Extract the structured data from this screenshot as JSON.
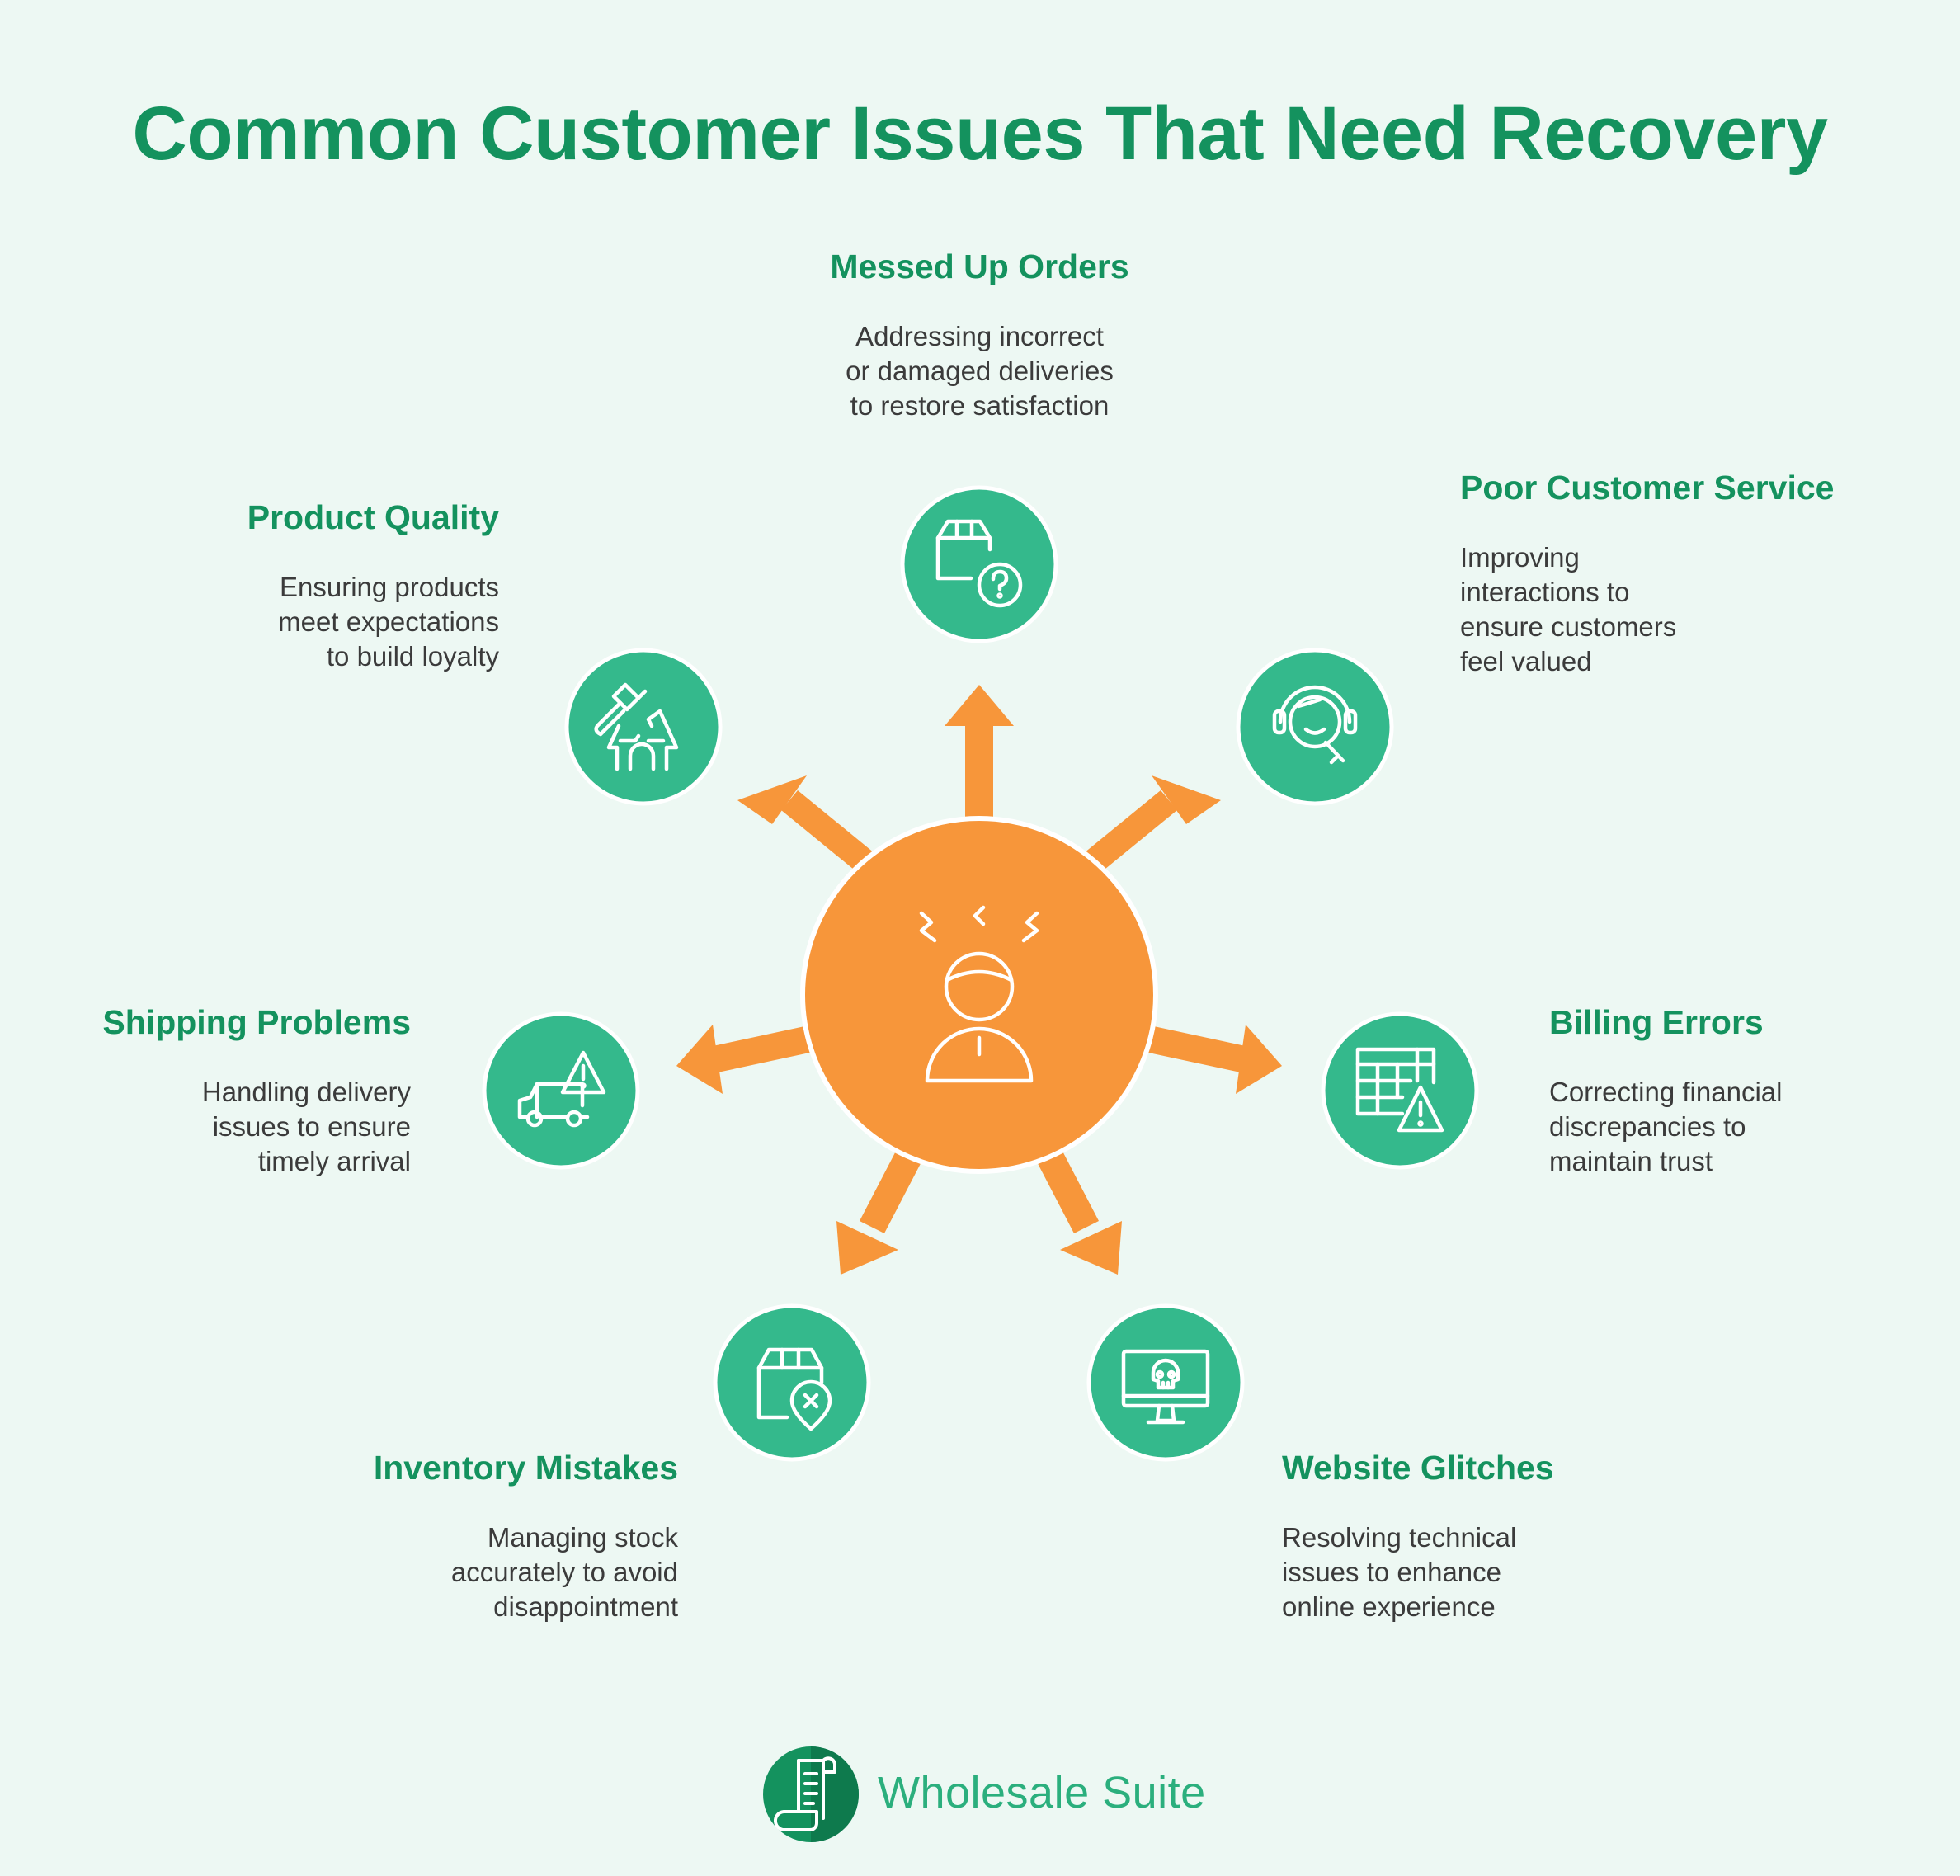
{
  "title": "Common Customer Issues That Need Recovery",
  "colors": {
    "background": "#EDF8F3",
    "heading": "#14925E",
    "node": "#34B98C",
    "center": "#F7963A",
    "text": "#3B3B3B"
  },
  "center_icon": "angry-customer-icon",
  "issues": [
    {
      "title": "Messed Up Orders",
      "description": [
        "Addressing incorrect",
        "or damaged deliveries",
        "to restore satisfaction"
      ],
      "icon": "box-question-icon"
    },
    {
      "title": "Poor Customer Service",
      "description": [
        "Improving",
        "interactions to",
        "ensure customers",
        "feel valued"
      ],
      "icon": "headset-support-icon"
    },
    {
      "title": "Billing Errors",
      "description": [
        "Correcting financial",
        "discrepancies to",
        "maintain trust"
      ],
      "icon": "spreadsheet-warning-icon"
    },
    {
      "title": "Website Glitches",
      "description": [
        "Resolving technical",
        "issues to enhance",
        "online experience"
      ],
      "icon": "monitor-skull-icon"
    },
    {
      "title": "Inventory Mistakes",
      "description": [
        "Managing stock",
        "accurately to avoid",
        "disappointment"
      ],
      "icon": "box-cancel-icon"
    },
    {
      "title": "Shipping Problems",
      "description": [
        "Handling delivery",
        "issues to ensure",
        "timely arrival"
      ],
      "icon": "truck-warning-icon"
    },
    {
      "title": "Product Quality",
      "description": [
        "Ensuring products",
        "meet expectations",
        "to build loyalty"
      ],
      "icon": "broken-house-hammer-icon"
    }
  ],
  "brand": {
    "name": "Wholesale Suite",
    "icon": "document-scroll-logo-icon"
  }
}
